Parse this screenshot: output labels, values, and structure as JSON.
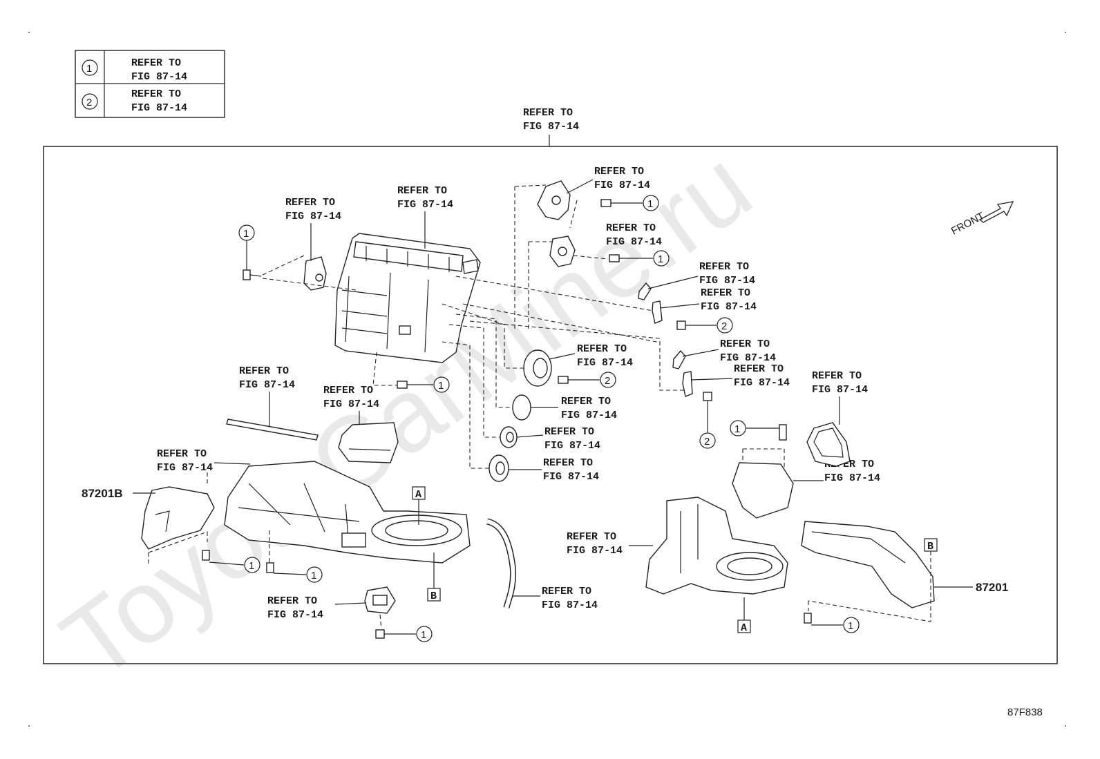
{
  "watermark": "ToyotaCarMine.ru",
  "diagram_code": "87F838",
  "front_label": "FRONT",
  "legend": [
    {
      "symbol": "1",
      "line1": "REFER TO",
      "line2": "FIG 87-14"
    },
    {
      "symbol": "2",
      "line1": "REFER TO",
      "line2": "FIG 87-14"
    }
  ],
  "refer_line1": "REFER TO",
  "refer_line2": "FIG 87-14",
  "part_numbers": {
    "left_duct": "87201B",
    "right_duct": "87201"
  },
  "ref_letters": {
    "a": "A",
    "b": "B"
  },
  "callout_numbers": {
    "one": "1",
    "two": "2"
  }
}
